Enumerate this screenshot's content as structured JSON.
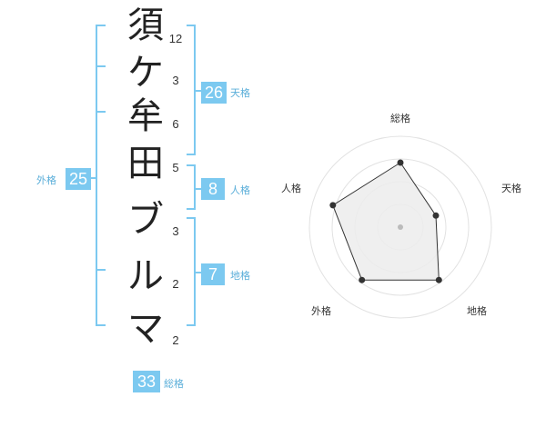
{
  "name": {
    "surname": [
      {
        "char": "須",
        "strokes": "12"
      },
      {
        "char": "ケ",
        "strokes": "3"
      },
      {
        "char": "牟",
        "strokes": "6"
      },
      {
        "char": "田",
        "strokes": "5"
      }
    ],
    "given": [
      {
        "char": "ブ",
        "strokes": "3"
      },
      {
        "char": "ル",
        "strokes": "2"
      },
      {
        "char": "マ",
        "strokes": "2"
      }
    ]
  },
  "kakusu": {
    "ten": {
      "value": "26",
      "label": "天格"
    },
    "jin": {
      "value": "8",
      "label": "人格"
    },
    "chi": {
      "value": "7",
      "label": "地格"
    },
    "gai": {
      "value": "25",
      "label": "外格"
    },
    "sou": {
      "value": "33",
      "label": "総格"
    }
  },
  "colors": {
    "accent": "#7cc9f0",
    "accent_text": "#5aaed9"
  },
  "chart_data": {
    "type": "radar",
    "axes": [
      "総格",
      "天格",
      "地格",
      "外格",
      "人格"
    ],
    "values": [
      33,
      26,
      7,
      25,
      8
    ],
    "values_normalized": [
      0.71,
      0.41,
      0.72,
      0.72,
      0.78
    ],
    "rings": 4,
    "grid": true,
    "fill": "#ececec"
  }
}
